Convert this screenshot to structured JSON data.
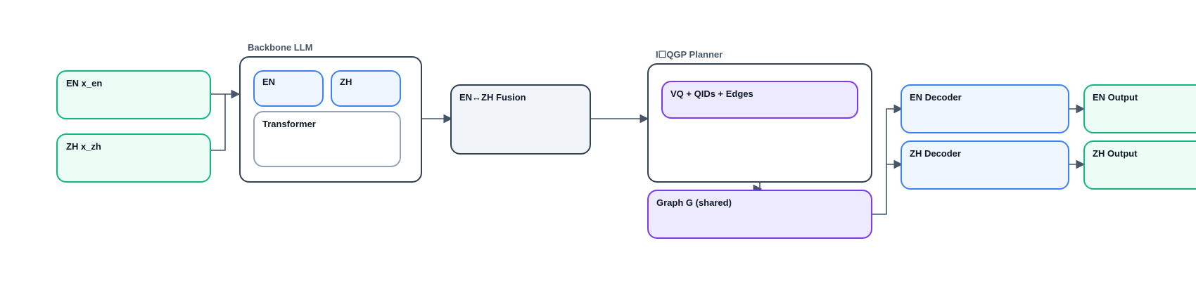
{
  "inputs": {
    "en": "EN x_en",
    "zh": "ZH x_zh"
  },
  "backbone": {
    "title": "Backbone LLM",
    "en": "EN",
    "zh": "ZH",
    "transformer": "Transformer"
  },
  "fusion": {
    "label": "EN↔ZH Fusion"
  },
  "planner": {
    "title": "I☐QGP Planner",
    "vq": "VQ + QIDs + Edges"
  },
  "graph": {
    "label": "Graph G (shared)"
  },
  "decoders": {
    "en": "EN Decoder",
    "zh": "ZH Decoder"
  },
  "outputs": {
    "en": "EN Output",
    "zh": "ZH Output"
  },
  "colors": {
    "edge": "#475569",
    "green_border": "#10b981",
    "blue_border": "#3b82f6",
    "purple_border": "#7c3aed"
  }
}
